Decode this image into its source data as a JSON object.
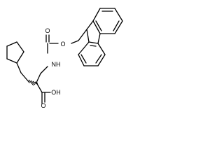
{
  "molecule": {
    "atom_labels": {
      "oxygen_carbonyl": "O",
      "oxygen_ester": "O",
      "nitrogen": "NH",
      "carbonyl_oxygen_acid": "O",
      "hydroxyl": "OH"
    }
  }
}
